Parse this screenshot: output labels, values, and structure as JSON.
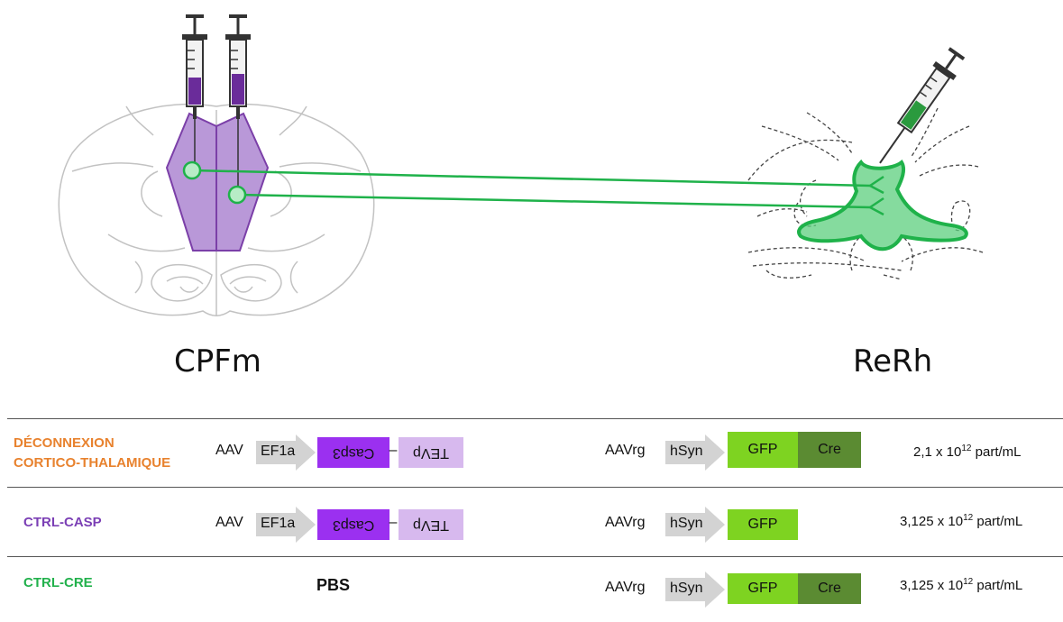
{
  "regions": {
    "left": "CPFm",
    "right": "ReRh"
  },
  "rows": [
    {
      "condition_lines": [
        "DÉCONNEXION",
        "CORTICO-THALAMIQUE"
      ],
      "condition_color": "#e8822e",
      "left_vector": "AAV",
      "left_promoter": "EF1a",
      "left_box1": "Casp3",
      "left_box2": "TEVp",
      "right_vector": "AAVrg",
      "right_promoter": "hSyn",
      "right_box1": "GFP",
      "right_box2": "Cre",
      "conc_value": "2,1 x 10",
      "conc_exp": "12",
      "conc_unit": " part/mL"
    },
    {
      "condition_lines": [
        "CTRL-CASP"
      ],
      "condition_color": "#7b3fb5",
      "left_vector": "AAV",
      "left_promoter": "EF1a",
      "left_box1": "Casp3",
      "left_box2": "TEVp",
      "right_vector": "AAVrg",
      "right_promoter": "hSyn",
      "right_box1": "GFP",
      "conc_value": "3,125 x 10",
      "conc_exp": "12",
      "conc_unit": " part/mL"
    },
    {
      "condition_lines": [
        "CTRL-CRE"
      ],
      "condition_color": "#22b14c",
      "left_pbs": "PBS",
      "right_vector": "AAVrg",
      "right_promoter": "hSyn",
      "right_box1": "GFP",
      "right_box2": "Cre",
      "conc_value": "3,125 x 10",
      "conc_exp": "12",
      "conc_unit": " part/mL"
    }
  ],
  "colors": {
    "casp3": "#9b30f0",
    "tevp": "#d7b9ee",
    "gfp": "#7ed321",
    "cre": "#5b8b32",
    "promoter_arrow": "#d3d3d3",
    "green_projection": "#1fb24a",
    "purple_region": "#8b54b8"
  },
  "icons": [
    "syringe-icon",
    "brain-coronal-section-icon",
    "thalamus-section-icon"
  ]
}
